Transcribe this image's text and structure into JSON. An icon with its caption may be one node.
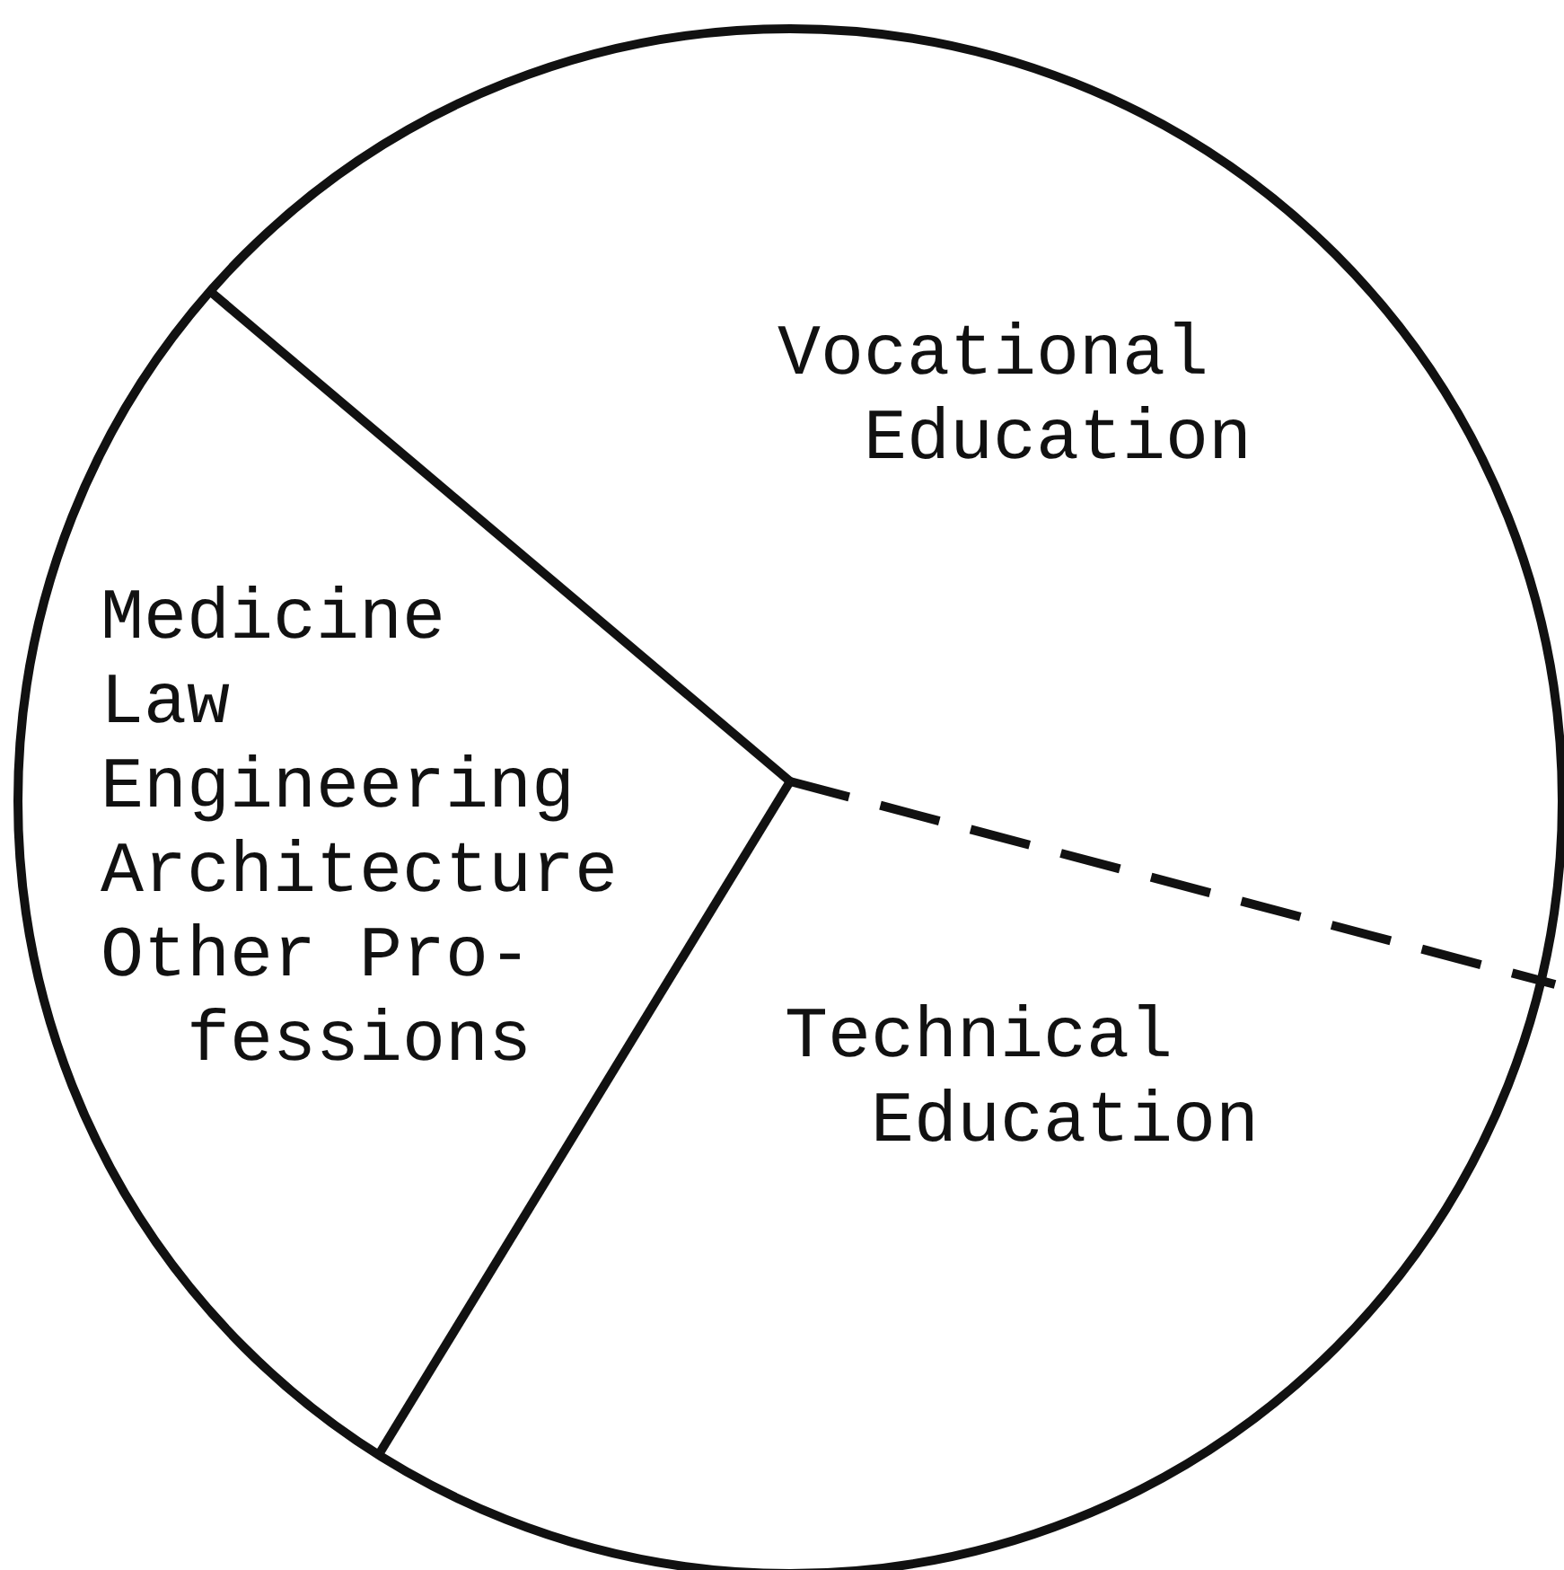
{
  "diagram": {
    "nodes": [
      {
        "text": [
          "Vocational Education"
        ]
      },
      {
        "text": [
          "Medicine",
          "Law",
          "Engineering",
          "Architecture",
          "Other Pro- fessions"
        ]
      },
      {
        "text": [
          "Technical Education"
        ]
      }
    ]
  }
}
